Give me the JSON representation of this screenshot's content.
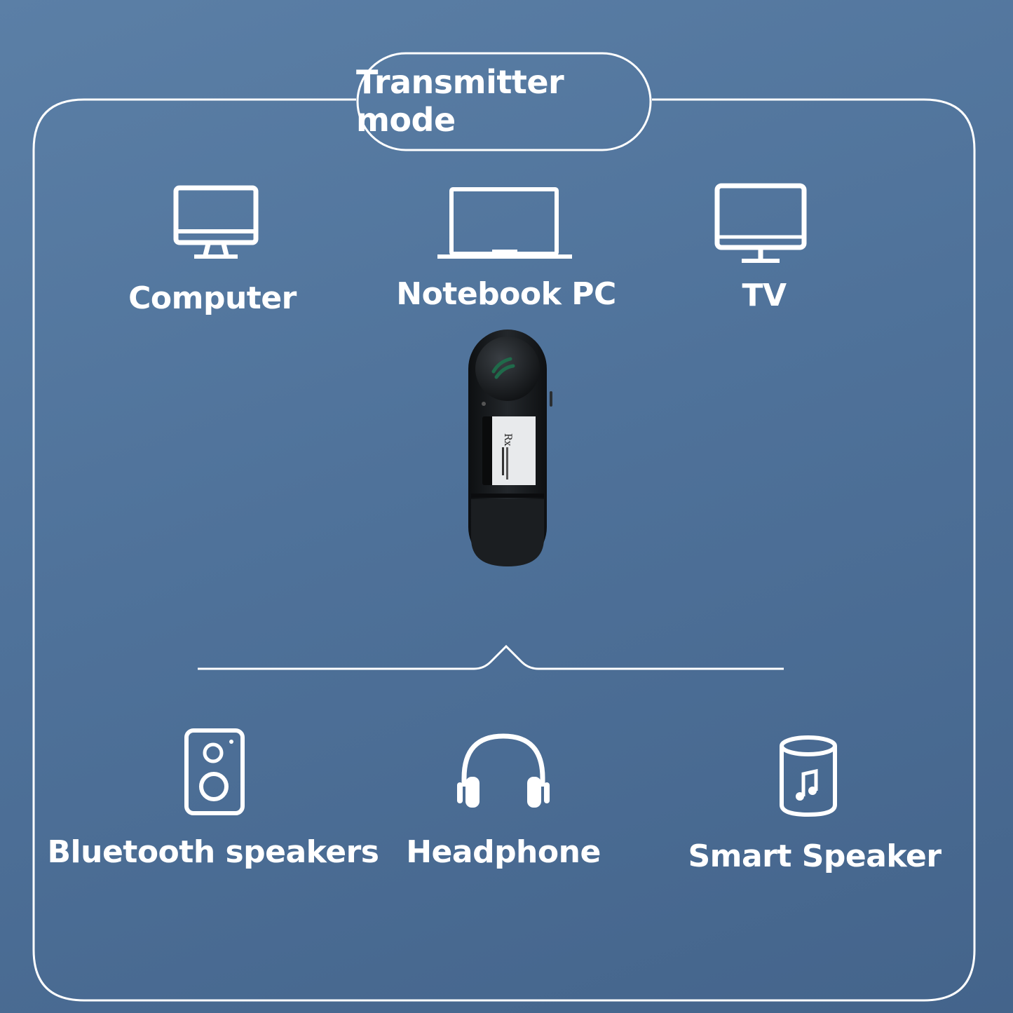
{
  "header": {
    "mode_title": "Transmitter mode"
  },
  "sources": [
    {
      "label": "Computer",
      "icon": "desktop-monitor-icon"
    },
    {
      "label": "Notebook PC",
      "icon": "laptop-icon"
    },
    {
      "label": "TV",
      "icon": "tv-icon"
    }
  ],
  "outputs": [
    {
      "label": "Bluetooth speakers",
      "icon": "bluetooth-speaker-icon"
    },
    {
      "label": "Headphone",
      "icon": "headphone-icon"
    },
    {
      "label": "Smart Speaker",
      "icon": "smart-speaker-icon"
    }
  ],
  "device": {
    "screen_text": "Rx"
  },
  "colors": {
    "background": "#4f729a",
    "line": "#ffffff",
    "device_body": "#15181b"
  }
}
